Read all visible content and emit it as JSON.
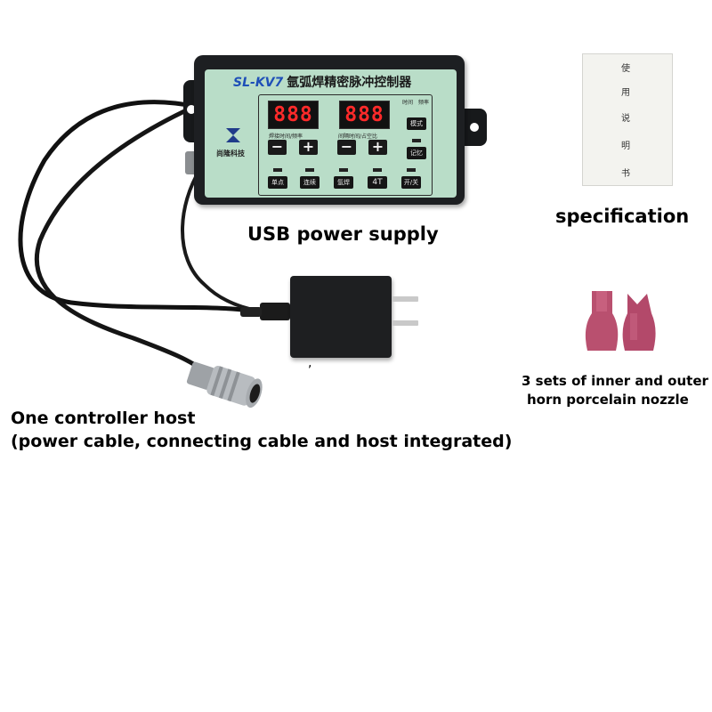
{
  "controller": {
    "model": "SL-KV7",
    "name": "氩弧焊精密脉冲控制器",
    "display_left": "888",
    "display_right": "888",
    "label_left": "焊接时间/频率",
    "label_right": "间隔时间/占空比",
    "time_label": "时间",
    "freq_label": "频率",
    "mode_button": "模式",
    "memory_button": "记忆",
    "minus_symbol": "−",
    "plus_symbol": "+",
    "brand": "尚隆科技",
    "buttons": [
      "单点",
      "连续",
      "氩焊",
      "4T",
      "开/关"
    ],
    "display_color": "#ff2a2a",
    "panel_color": "#b9ddc8"
  },
  "manual": {
    "characters": [
      "使",
      "用",
      "说",
      "明",
      "书"
    ]
  },
  "labels": {
    "usb": "USB power supply",
    "specification": "specification",
    "nozzle_line1": "3 sets of inner and outer",
    "nozzle_line2": "horn porcelain nozzle",
    "host_line1": "One controller host",
    "host_line2": "(power cable, connecting cable and host integrated)",
    "stray_mark": ","
  },
  "colors": {
    "nozzle": "#b9506f",
    "adapter": "#1e1f21",
    "cable": "#111111"
  }
}
